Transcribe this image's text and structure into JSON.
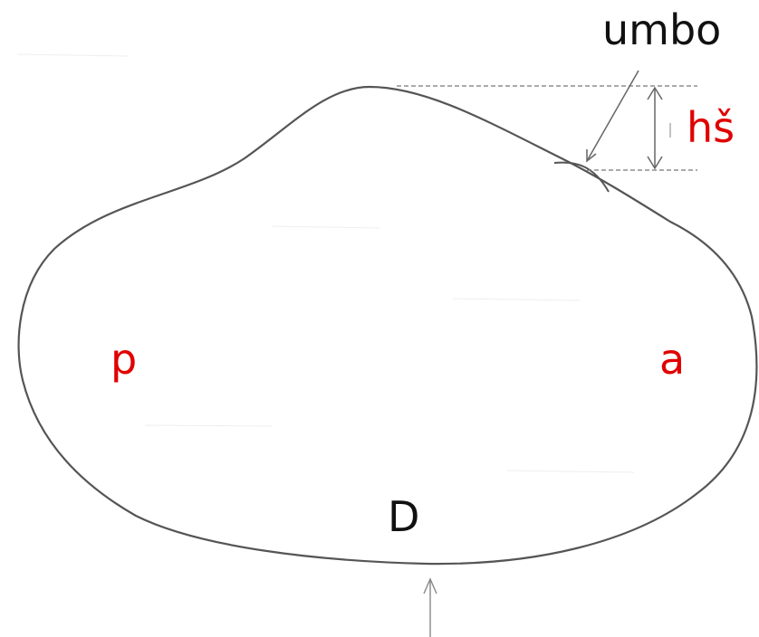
{
  "diagram": {
    "labels": {
      "umbo": "umbo",
      "height": "hš",
      "posterior": "p",
      "anterior": "a",
      "ventral": "D"
    },
    "colors": {
      "outline": "#555555",
      "annotation_red": "#e00000",
      "annotation_black": "#111111",
      "guide": "#777777"
    }
  }
}
